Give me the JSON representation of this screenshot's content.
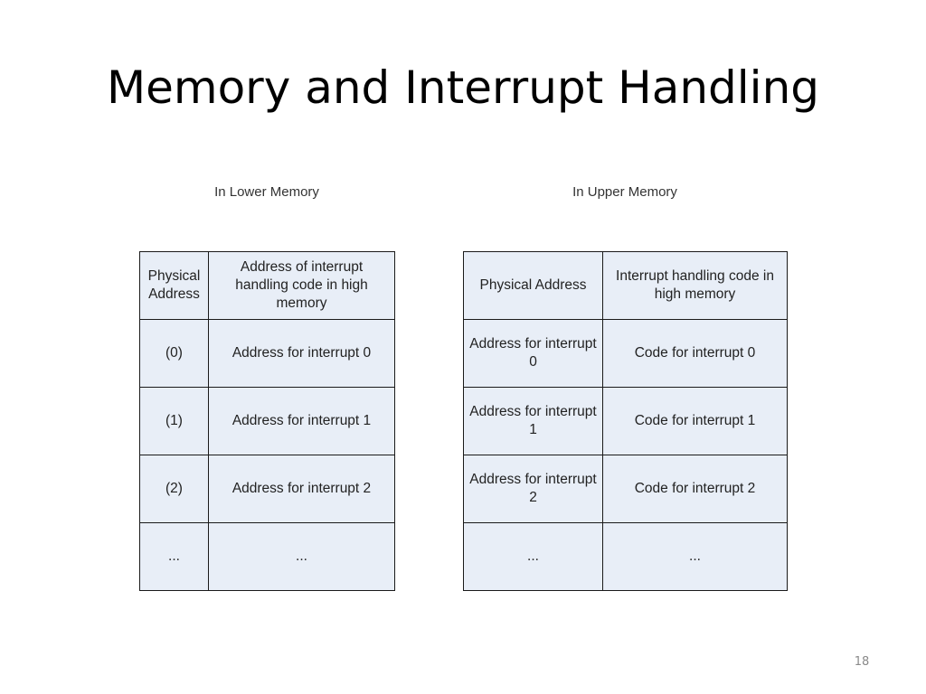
{
  "slide": {
    "title": "Memory and Interrupt Handling",
    "page_number": "18"
  },
  "lower_memory": {
    "caption": "In Lower Memory",
    "headers": [
      "Physical Address",
      "Address of interrupt handling code in high memory"
    ],
    "rows": [
      [
        "(0)",
        "Address for interrupt 0"
      ],
      [
        "(1)",
        "Address for interrupt 1"
      ],
      [
        "(2)",
        "Address for interrupt 2"
      ],
      [
        "...",
        "..."
      ]
    ]
  },
  "upper_memory": {
    "caption": "In Upper Memory",
    "headers": [
      "Physical Address",
      "Interrupt handling code in high memory"
    ],
    "rows": [
      [
        "Address for interrupt 0",
        "Code for interrupt 0"
      ],
      [
        "Address for interrupt 1",
        "Code for interrupt 1"
      ],
      [
        "Address for interrupt 2",
        "Code for interrupt 2"
      ],
      [
        "...",
        "..."
      ]
    ]
  },
  "colors": {
    "cell_fill": "#e8eef7",
    "border": "#1a1a1a"
  }
}
